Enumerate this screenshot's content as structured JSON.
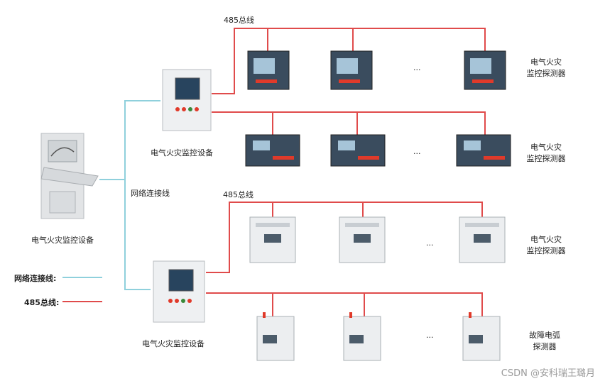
{
  "colors": {
    "network_line": "#8fd0dc",
    "bus_line": "#e04b4b",
    "device_frame": "#d9dde2",
    "device_screen": "#2b4b6b",
    "led_red": "#e03a2a"
  },
  "labels": {
    "bus_top": "485总线",
    "bus_mid": "485总线",
    "network_line": "网络连接线",
    "host_pc": "电气火灾监控设备",
    "monitor_top": "电气火灾监控设备",
    "monitor_bottom": "电气火灾监控设备",
    "ellipsis": "...",
    "row1": [
      "电气火灾",
      "监控探测器"
    ],
    "row2": [
      "电气火灾",
      "监控探测器"
    ],
    "row3": [
      "电气火灾",
      "监控探测器"
    ],
    "row4": [
      "故障电弧",
      "探测器"
    ]
  },
  "legend": {
    "network": "网络连接线:",
    "bus": "485总线:"
  },
  "watermark": "CSDN @安科瑞王璐月"
}
